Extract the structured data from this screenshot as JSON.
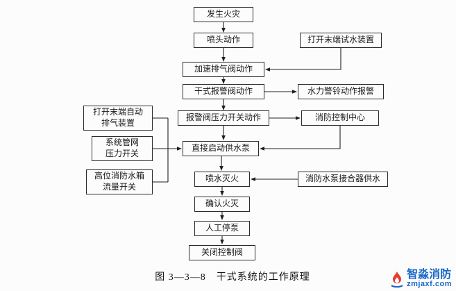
{
  "diagram": {
    "caption": "图 3—3—8　干式系统的工作原理",
    "nodes": {
      "fire": "发生火灾",
      "sprinkler": "喷头动作",
      "test_device": "打开末端试水装置",
      "accel_exhaust_valve": "加速排气阀动作",
      "dry_alarm_valve": "干式报警阀动作",
      "hydraulic_bell": "水力警铃动作报警",
      "pressure_switch": "报警阀压力开关动作",
      "control_center": "消防控制中心",
      "auto_exhaust_device": "打开末端自动\n排气装置",
      "network_pressure_switch": "系统管网\n压力开关",
      "tank_flow_switch": "高位消防水箱\n流量开关",
      "start_pump": "直接启动供水泵",
      "spray": "喷水灭火",
      "pump_adapter": "消防水泵接合器供水",
      "confirm": "确认火灭",
      "manual_stop": "人工停泵",
      "close_valve": "关闭控制阀"
    },
    "watermark": {
      "brand": "智淼消防",
      "domain": "zmjaxf.com"
    },
    "colors": {
      "line": "#1f1f1f",
      "brand_blue": "#1668c7",
      "flame_red": "#e43d30"
    }
  }
}
